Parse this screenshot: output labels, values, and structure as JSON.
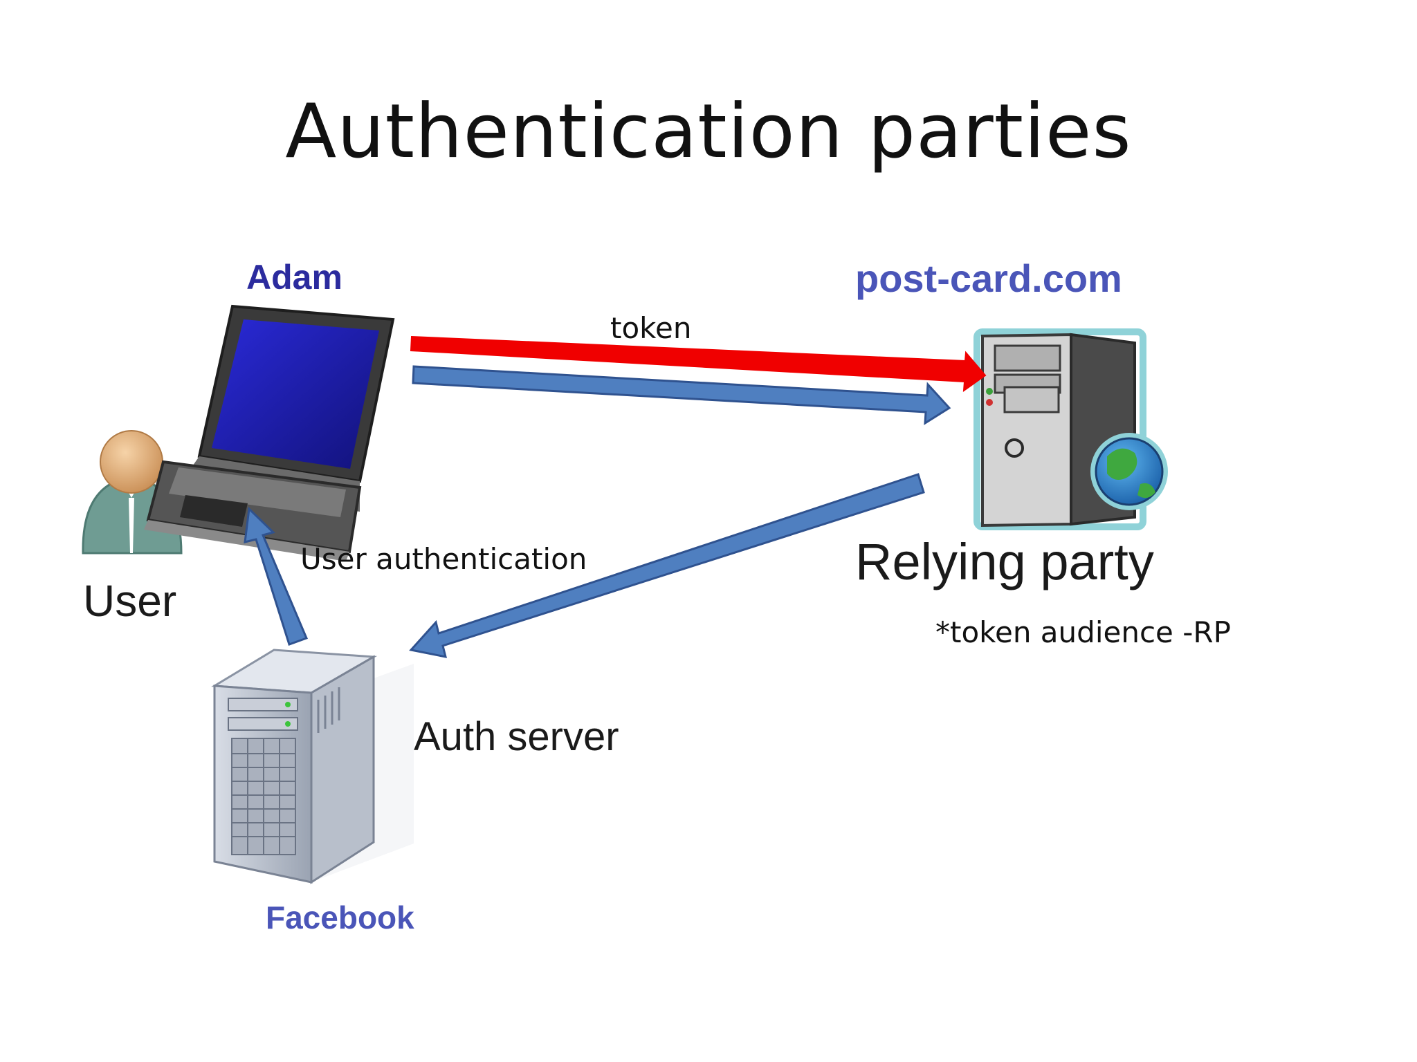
{
  "title": "Authentication parties",
  "labels": {
    "adam": "Adam",
    "user": "User",
    "post_card": "post-card.com",
    "relying_party": "Relying party",
    "token": "token",
    "user_authentication": "User authentication",
    "token_audience": "*token audience -RP",
    "auth_server": "Auth server",
    "facebook": "Facebook"
  },
  "icons": [
    "laptop-icon",
    "user-icon",
    "server-globe-icon",
    "server-tower-icon"
  ],
  "colors": {
    "token_arrow": "#f00000",
    "flow_arrow": "#4f7fc0",
    "flow_arrow_border": "#2f528f",
    "label_blue": "#2b2b9e"
  }
}
